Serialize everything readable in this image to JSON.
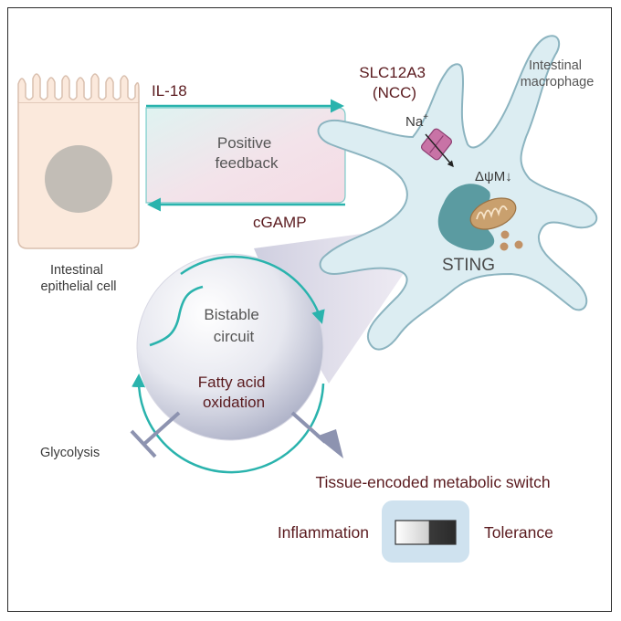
{
  "labels": {
    "il18": "IL-18",
    "positive_feedback_line1": "Positive",
    "positive_feedback_line2": "feedback",
    "cgamp": "cGAMP",
    "slc12a3_line1": "SLC12A3",
    "slc12a3_line2": "(NCC)",
    "na_plus": "Na",
    "na_sup": "+",
    "macrophage_line1": "Intestinal",
    "macrophage_line2": "macrophage",
    "delta_psi_m": "ΔψM",
    "down_arrow": "↓",
    "sting": "STING",
    "epithelial_line1": "Intestinal",
    "epithelial_line2": "epithelial cell",
    "bistable_line1": "Bistable",
    "bistable_line2": "circuit",
    "fao_line1": "Fatty acid",
    "fao_line2": "oxidation",
    "glycolysis": "Glycolysis",
    "switch_title": "Tissue-encoded metabolic switch",
    "inflammation": "Inflammation",
    "tolerance": "Tolerance"
  },
  "colors": {
    "teal": "#2ab3ad",
    "dark_red_text": "#5a1a1e",
    "epithelial_fill": "#fbe9dc",
    "nucleus": "#c2bdb6",
    "macrophage_fill": "#dcedf2",
    "macrophage_nucleus": "#5b9ba1",
    "mitochondrion": "#c9a06e",
    "transporter": "#c873a6",
    "slate_arrow": "#8d93b0",
    "switch_panel": "#cfe2ef"
  }
}
